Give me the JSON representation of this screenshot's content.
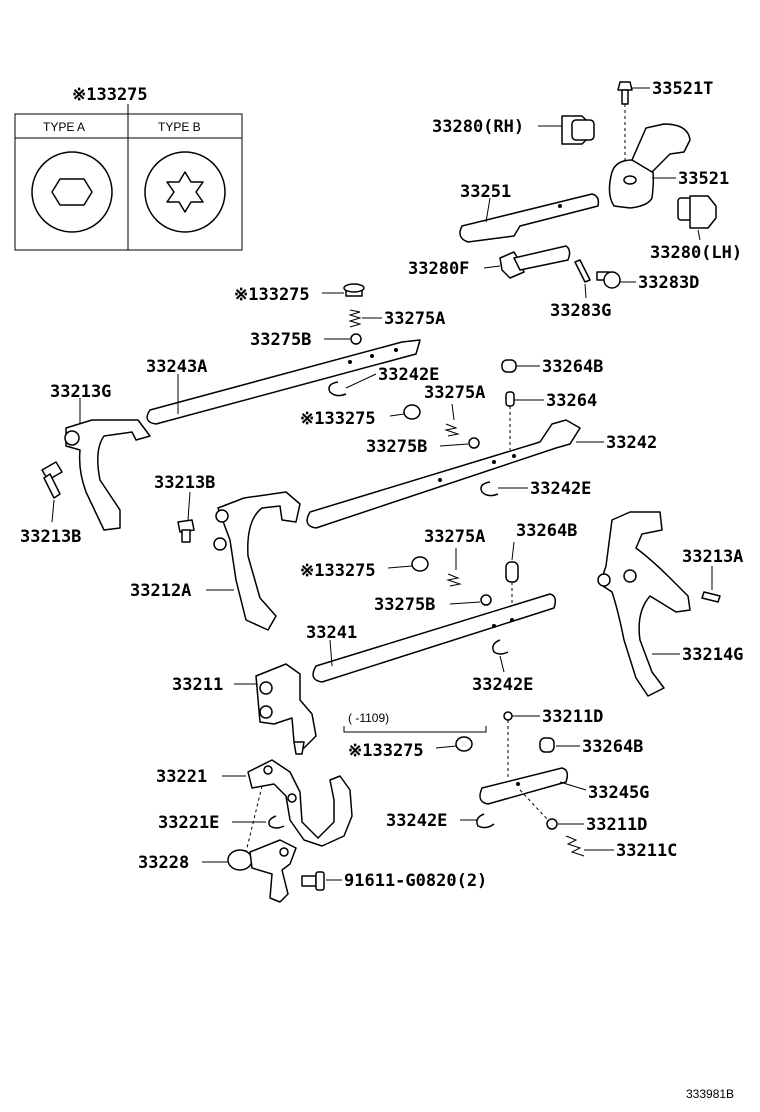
{
  "diagram_ref": "333981B",
  "type_table": {
    "title": "※133275",
    "col_a": "TYPE A",
    "col_b": "TYPE B"
  },
  "note_range": "(    -1109)",
  "labels": {
    "p33521T": "33521T",
    "p33280RH": "33280(RH)",
    "p33521": "33521",
    "p33251": "33251",
    "p33280LH": "33280(LH)",
    "p33280F": "33280F",
    "p33283D": "33283D",
    "p33283G": "33283G",
    "p33275_top": "※133275",
    "p33275A_top": "33275A",
    "p33275B_top": "33275B",
    "p33243A": "33243A",
    "p33264B_1": "33264B",
    "p33213G": "33213G",
    "p33242E_1": "33242E",
    "p33264": "33264",
    "p33275A_2": "33275A",
    "p33275_2": "※133275",
    "p33275B_2": "33275B",
    "p33242": "33242",
    "p33213B_mid": "33213B",
    "p33242E_2": "33242E",
    "p33213B_left": "33213B",
    "p33275A_3": "33275A",
    "p33264B_2": "33264B",
    "p33213A": "33213A",
    "p33275_3": "※133275",
    "p33212A": "33212A",
    "p33275B_3": "33275B",
    "p33241": "33241",
    "p33214G": "33214G",
    "p33211": "33211",
    "p33242E_3": "33242E",
    "p33211D_1": "33211D",
    "p33275_4": "※133275",
    "p33264B_3": "33264B",
    "p33221": "33221",
    "p33245G": "33245G",
    "p33221E": "33221E",
    "p33242E_4": "33242E",
    "p33211D_2": "33211D",
    "p33211C": "33211C",
    "p33228": "33228",
    "p91611": "91611-G0820(2)"
  }
}
